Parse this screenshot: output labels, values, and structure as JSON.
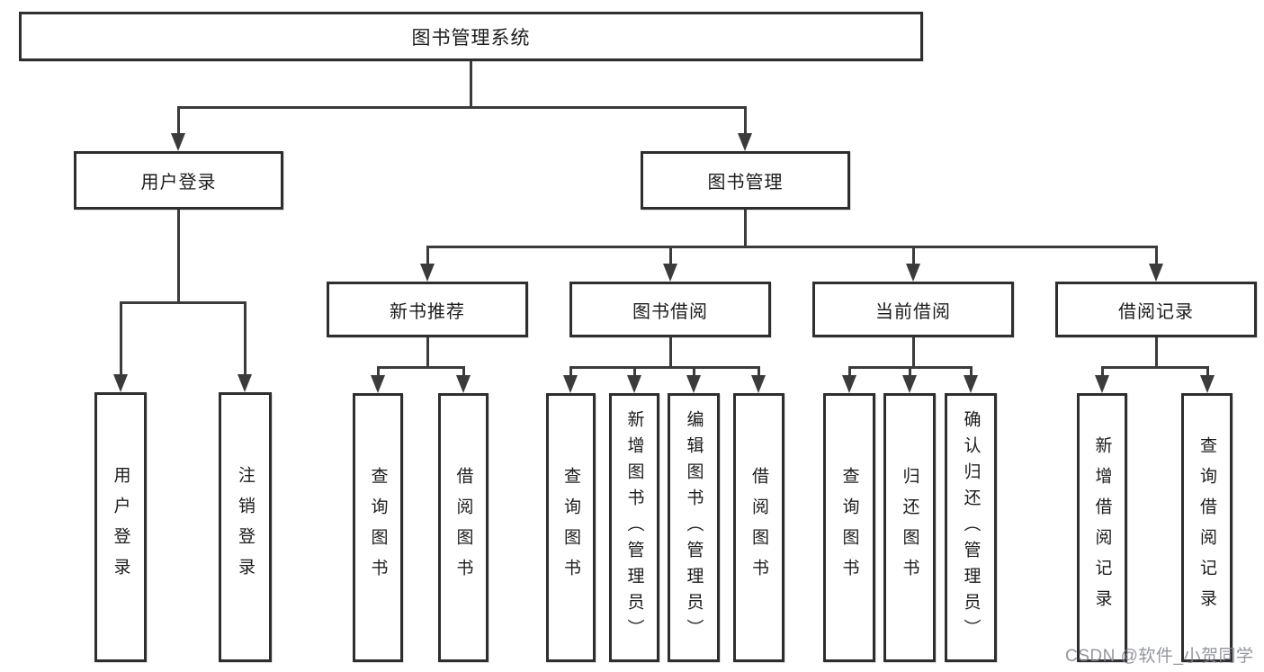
{
  "nodes": {
    "root": "图书管理系统",
    "user_login": "用户登录",
    "book_management": "图书管理",
    "new_book_recommend": "新书推荐",
    "book_borrowing": "图书借阅",
    "current_borrowing": "当前借阅",
    "borrowing_records": "借阅记录",
    "leaf_user_login": "用户登录",
    "leaf_logout": "注销登录",
    "leaf_nb_query_books": "查询图书",
    "leaf_nb_borrow_books": "借阅图书",
    "leaf_bb_query_books": "查询图书",
    "leaf_bb_add_books": "新增图书（管理员）",
    "leaf_bb_edit_books": "编辑图书（管理员）",
    "leaf_bb_borrow_books": "借阅图书",
    "leaf_cb_query_books": "查询图书",
    "leaf_cb_return_books": "归还图书",
    "leaf_cb_confirm_return": "确认归还（管理员）",
    "leaf_br_add_record": "新增借阅记录",
    "leaf_br_query_record": "查询借阅记录"
  },
  "colors": {
    "line": "#3b3b3b",
    "box_border": "#2e2e2e",
    "text": "#1c1c1c",
    "background": "#ffffff",
    "watermark": "#848894"
  },
  "watermark": "CSDN @软件_小贺同学"
}
